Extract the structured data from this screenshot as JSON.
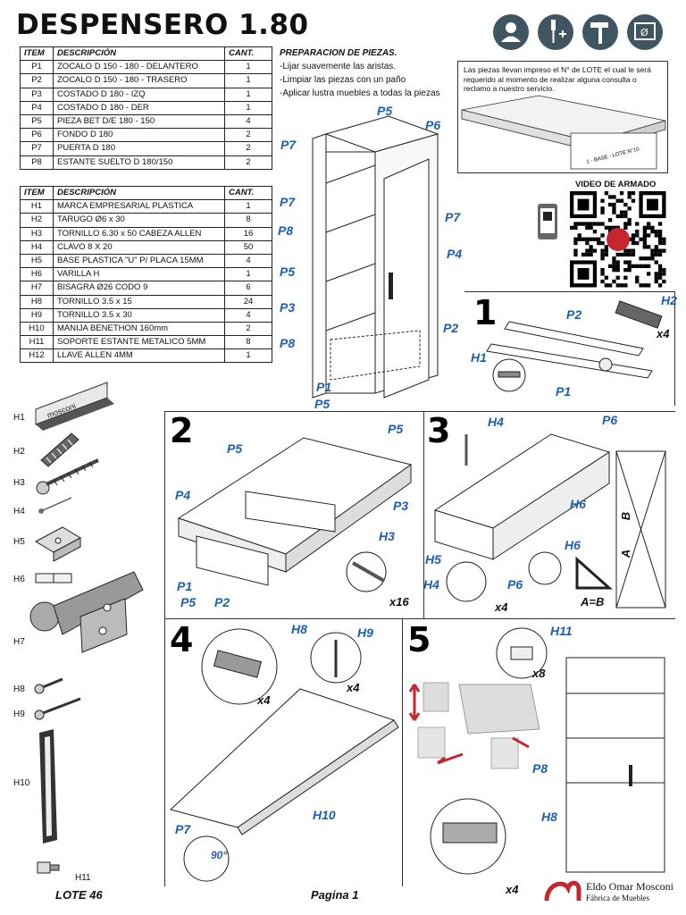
{
  "title": "DESPENSERO 1.80",
  "header_icons": [
    "person-icon",
    "screwdriver-plus-icon",
    "hammer-icon",
    "measure-box-icon"
  ],
  "parts_table": {
    "headers": [
      "ITEM",
      "DESCRIPCIÓN",
      "CANT."
    ],
    "rows": [
      [
        "P1",
        "ZOCALO D 150 - 180 - DELANTERO",
        "1"
      ],
      [
        "P2",
        "ZOCALO D 150 - 180 - TRASERO",
        "1"
      ],
      [
        "P3",
        "COSTADO D 180 - IZQ",
        "1"
      ],
      [
        "P4",
        "COSTADO D 180 - DER",
        "1"
      ],
      [
        "P5",
        "PIEZA BET D/E 180 - 150",
        "4"
      ],
      [
        "P6",
        "FONDO D 180",
        "2"
      ],
      [
        "P7",
        "PUERTA D 180",
        "2"
      ],
      [
        "P8",
        "ESTANTE SUELTO  D 180/150",
        "2"
      ]
    ]
  },
  "hardware_table": {
    "headers": [
      "ITEM",
      "DESCRIPCIÓN",
      "CANT."
    ],
    "rows": [
      [
        "H1",
        "MARCA EMPRESARIAL PLASTICA",
        "1"
      ],
      [
        "H2",
        "TARUGO Ø6 x 30",
        "8"
      ],
      [
        "H3",
        "TORNILLO 6.30 x 50 CABEZA ALLEN",
        "16"
      ],
      [
        "H4",
        "CLAVO 8 X 20",
        "50"
      ],
      [
        "H5",
        "BASE PLASTICA \"U\" P/ PLACA 15MM",
        "4"
      ],
      [
        "H6",
        "VARILLA H",
        "1"
      ],
      [
        "H7",
        "BISAGRA Ø26 CODO 9",
        "6"
      ],
      [
        "H8",
        "TORNILLO 3.5 x 15",
        "24"
      ],
      [
        "H9",
        "TORNILLO 3.5 x 30",
        "4"
      ],
      [
        "H10",
        "MANIJA BENETHON 160mm",
        "2"
      ],
      [
        "H11",
        "SOPORTE ESTANTE METALICO 5MM",
        "8"
      ],
      [
        "H12",
        "LLAVE ALLEN 4MM",
        "1"
      ]
    ]
  },
  "preparation": {
    "heading": "PREPARACION DE PIEZAS.",
    "lines": [
      "-Lijar suavemente las aristas.",
      "-Limpiar las piezas con un paño",
      "-Aplicar lustra muebles a todas la piezas"
    ]
  },
  "lote_note": {
    "text": "Las piezas llevan impreso el N° de LOTE el cual le será requerido al momento de realizar alguna consulta o reclamo a nuestro servicio.",
    "label_sample": "1 - BASE - LOTE N°10"
  },
  "video_label": "VIDEO DE ARMADO",
  "hardware_labels": [
    "H1",
    "H2",
    "H3",
    "H4",
    "H5",
    "H6",
    "H7",
    "H8",
    "H9",
    "H10",
    "H11"
  ],
  "h1_logo_text": "mosconi",
  "overview_labels": {
    "p5_top": "P5",
    "p6": "P6",
    "p7_a": "P7",
    "p7_b": "P7",
    "p7_c": "P7",
    "p8_a": "P8",
    "p8_b": "P8",
    "p4": "P4",
    "p5_mid": "P5",
    "p3": "P3",
    "p2": "P2",
    "p1": "P1",
    "p5_bot": "P5"
  },
  "steps": [
    {
      "num": "1",
      "labels": {
        "p2": "P2",
        "h2": "H2",
        "h1": "H1",
        "p1": "P1",
        "count": "x4"
      }
    },
    {
      "num": "2",
      "labels": {
        "p5_top": "P5",
        "p5_left": "P5",
        "p4": "P4",
        "p3": "P3",
        "h3": "H3",
        "p1": "P1",
        "p5": "P5",
        "p2": "P2",
        "count": "x16"
      }
    },
    {
      "num": "3",
      "labels": {
        "h4": "H4",
        "p6": "P6",
        "h6": "H6",
        "h5": "H5",
        "h4b": "H4",
        "count": "x4",
        "h6b": "H6",
        "p6b": "P6",
        "ab": "A=B",
        "a": "A",
        "b": "B"
      }
    },
    {
      "num": "4",
      "labels": {
        "h8": "H8",
        "h9": "H9",
        "count_a": "x4",
        "count_b": "x4",
        "p7": "P7",
        "h10": "H10",
        "angle": "90°"
      }
    },
    {
      "num": "5",
      "labels": {
        "h11": "H11",
        "count_a": "x8",
        "p8": "P8",
        "h8": "H8",
        "count_b": "x4"
      }
    }
  ],
  "footer": {
    "lote": "LOTE 46",
    "page": "Pagina 1"
  },
  "brand": {
    "name": "Eldo Omar Mosconi",
    "sub": "Fábrica de Muebles"
  },
  "colors": {
    "label_blue": "#1f5fae",
    "icon_gray": "#3f5561",
    "brand_red": "#c6262e"
  }
}
